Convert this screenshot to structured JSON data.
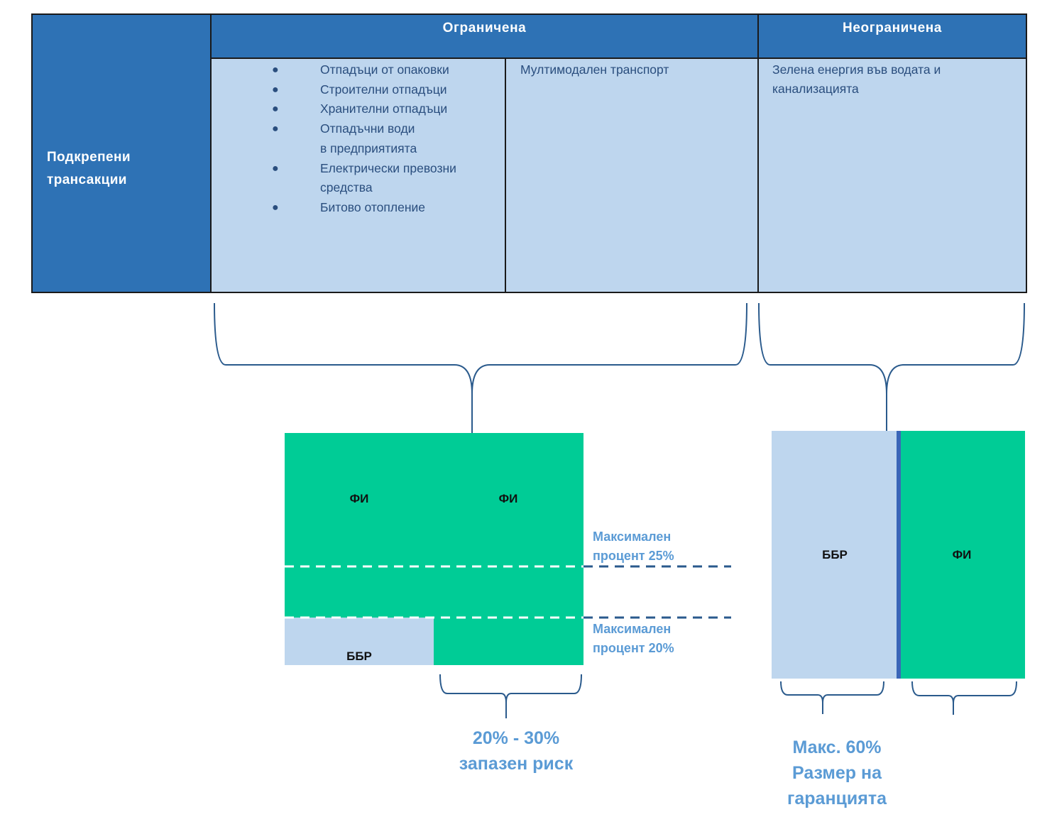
{
  "table": {
    "header_restricted": "Ограничена",
    "header_unrestricted": "Неограничена",
    "row_label_line1": "Подкрепени",
    "row_label_line2": "трансакции",
    "restricted_items": [
      "Отпадъци от опаковки",
      "Строителни отпадъци",
      "Хранителни отпадъци",
      "Отпадъчни води в предприятията",
      "Електрически превозни средства",
      "Битово отопление"
    ],
    "restricted_other": "Мултимодален транспорт",
    "unrestricted_item": "Зелена енергия във водата и канализацията"
  },
  "left_structure": {
    "fi_label_1": "ФИ",
    "fi_label_2": "ФИ",
    "bbr_label": "ББР",
    "max_25_line1": "Максимален",
    "max_25_line2": "процент 25%",
    "max_20_line1": "Максимален",
    "max_20_line2": "процент 20%",
    "caption_line1": "20% - 30%",
    "caption_line2": "запазен риск"
  },
  "right_structure": {
    "bbr_label": "ББР",
    "fi_label": "ФИ",
    "caption_line1": "Макс. 60%",
    "caption_line2": "Размер на",
    "caption_line3": "гаранцията"
  },
  "colors": {
    "header_blue": "#2e72b5",
    "cell_light_blue": "#bed6ee",
    "green": "#00cc96",
    "accent_text": "#5b9bd5",
    "line_dark_blue": "#2a5a8c"
  }
}
